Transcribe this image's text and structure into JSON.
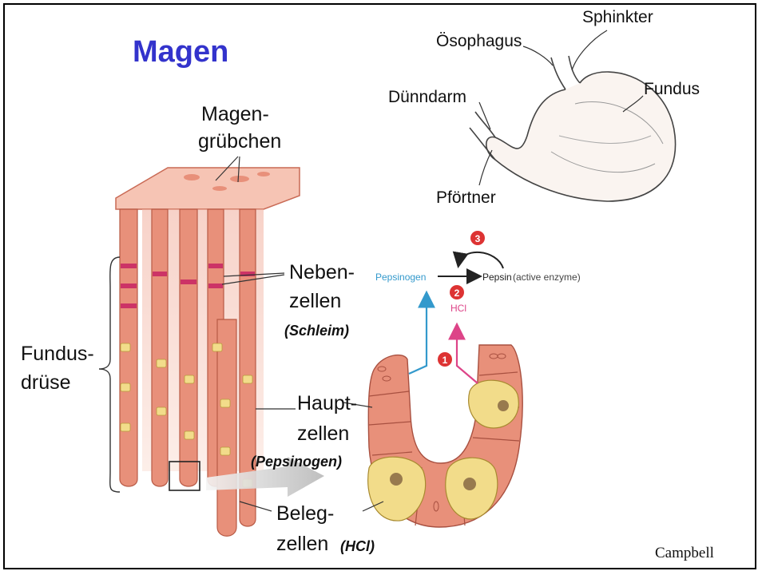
{
  "title": "Magen",
  "credit": "Campbell",
  "stomach": {
    "oesophagus": "Ösophagus",
    "sphinkter": "Sphinkter",
    "fundus": "Fundus",
    "duenndarm": "Dünndarm",
    "pfoertner": "Pförtner"
  },
  "gland": {
    "magen_line1": "Magen-",
    "magen_line2": "grübchen",
    "fundus_line1": "Fundus-",
    "fundus_line2": "drüse",
    "neben_line1": "Neben-",
    "neben_line2": "zellen",
    "neben_note": "(Schleim)",
    "haupt_line1": "Haupt-",
    "haupt_line2": "zellen",
    "haupt_note": "(Pepsinogen)",
    "beleg_line1": "Beleg-",
    "beleg_line2": "zellen",
    "beleg_note": "(HCl)"
  },
  "reaction": {
    "pepsinogen": "Pepsinogen",
    "pepsin": "Pepsin",
    "active": "(active enzyme)",
    "hcl": "HCl",
    "step1": "1",
    "step2": "2",
    "step3": "3"
  },
  "colors": {
    "title": "#3333cc",
    "tissue": "#e8907a",
    "tissue_dark": "#c96a55",
    "parietal": "#f2dc8a",
    "pepsinogen_arrow": "#3399cc",
    "hcl_arrow": "#dd4488",
    "step_badge": "#dd3333"
  }
}
